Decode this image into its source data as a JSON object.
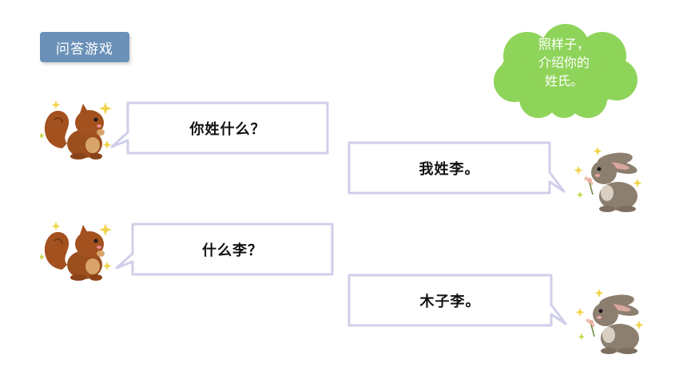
{
  "header": {
    "label": "问答游戏",
    "color": "#6b91b8"
  },
  "hint": {
    "lines": [
      "照样子，",
      "介绍你的",
      "姓氏。"
    ],
    "color": "#8fd45a"
  },
  "dialogue": [
    {
      "speaker": "squirrel",
      "text": "你姓什么？"
    },
    {
      "speaker": "rabbit",
      "text": "我姓李。"
    },
    {
      "speaker": "squirrel",
      "text": "什么李？"
    },
    {
      "speaker": "rabbit",
      "text": "木子李。"
    }
  ],
  "characters": {
    "squirrel": {
      "icon": "squirrel-icon",
      "color": "#9b4e1e"
    },
    "rabbit": {
      "icon": "rabbit-icon",
      "color": "#8d7f6f"
    }
  }
}
